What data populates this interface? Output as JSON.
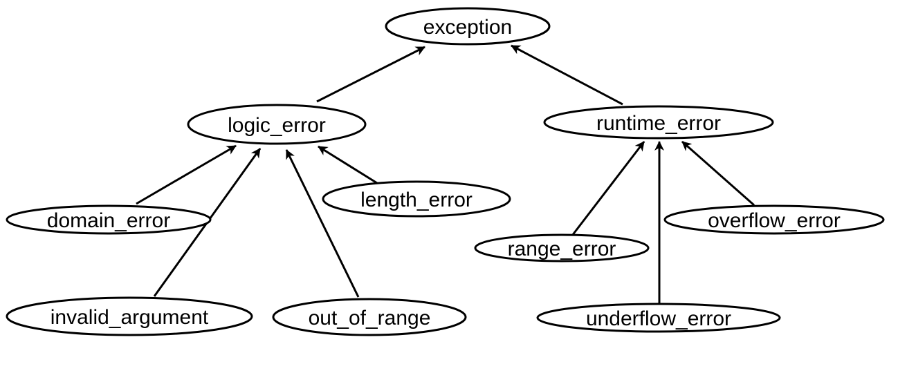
{
  "diagram": {
    "kind": "class-inheritance-hierarchy",
    "arrow_direction": "child-to-parent",
    "colors": {
      "stroke": "#000000",
      "background": "#ffffff",
      "text": "#000000"
    },
    "nodes": {
      "exception": {
        "label": "exception",
        "level": 0
      },
      "logic_error": {
        "label": "logic_error",
        "level": 1,
        "parent": "exception"
      },
      "runtime_error": {
        "label": "runtime_error",
        "level": 1,
        "parent": "exception"
      },
      "domain_error": {
        "label": "domain_error",
        "level": 2,
        "parent": "logic_error"
      },
      "length_error": {
        "label": "length_error",
        "level": 2,
        "parent": "logic_error"
      },
      "invalid_argument": {
        "label": "invalid_argument",
        "level": 2,
        "parent": "logic_error"
      },
      "out_of_range": {
        "label": "out_of_range",
        "level": 2,
        "parent": "logic_error"
      },
      "range_error": {
        "label": "range_error",
        "level": 2,
        "parent": "runtime_error"
      },
      "overflow_error": {
        "label": "overflow_error",
        "level": 2,
        "parent": "runtime_error"
      },
      "underflow_error": {
        "label": "underflow_error",
        "level": 2,
        "parent": "runtime_error"
      }
    },
    "edges": [
      {
        "from": "logic_error",
        "to": "exception"
      },
      {
        "from": "runtime_error",
        "to": "exception"
      },
      {
        "from": "domain_error",
        "to": "logic_error"
      },
      {
        "from": "invalid_argument",
        "to": "logic_error"
      },
      {
        "from": "out_of_range",
        "to": "logic_error"
      },
      {
        "from": "length_error",
        "to": "logic_error"
      },
      {
        "from": "range_error",
        "to": "runtime_error"
      },
      {
        "from": "underflow_error",
        "to": "runtime_error"
      },
      {
        "from": "overflow_error",
        "to": "runtime_error"
      }
    ]
  }
}
